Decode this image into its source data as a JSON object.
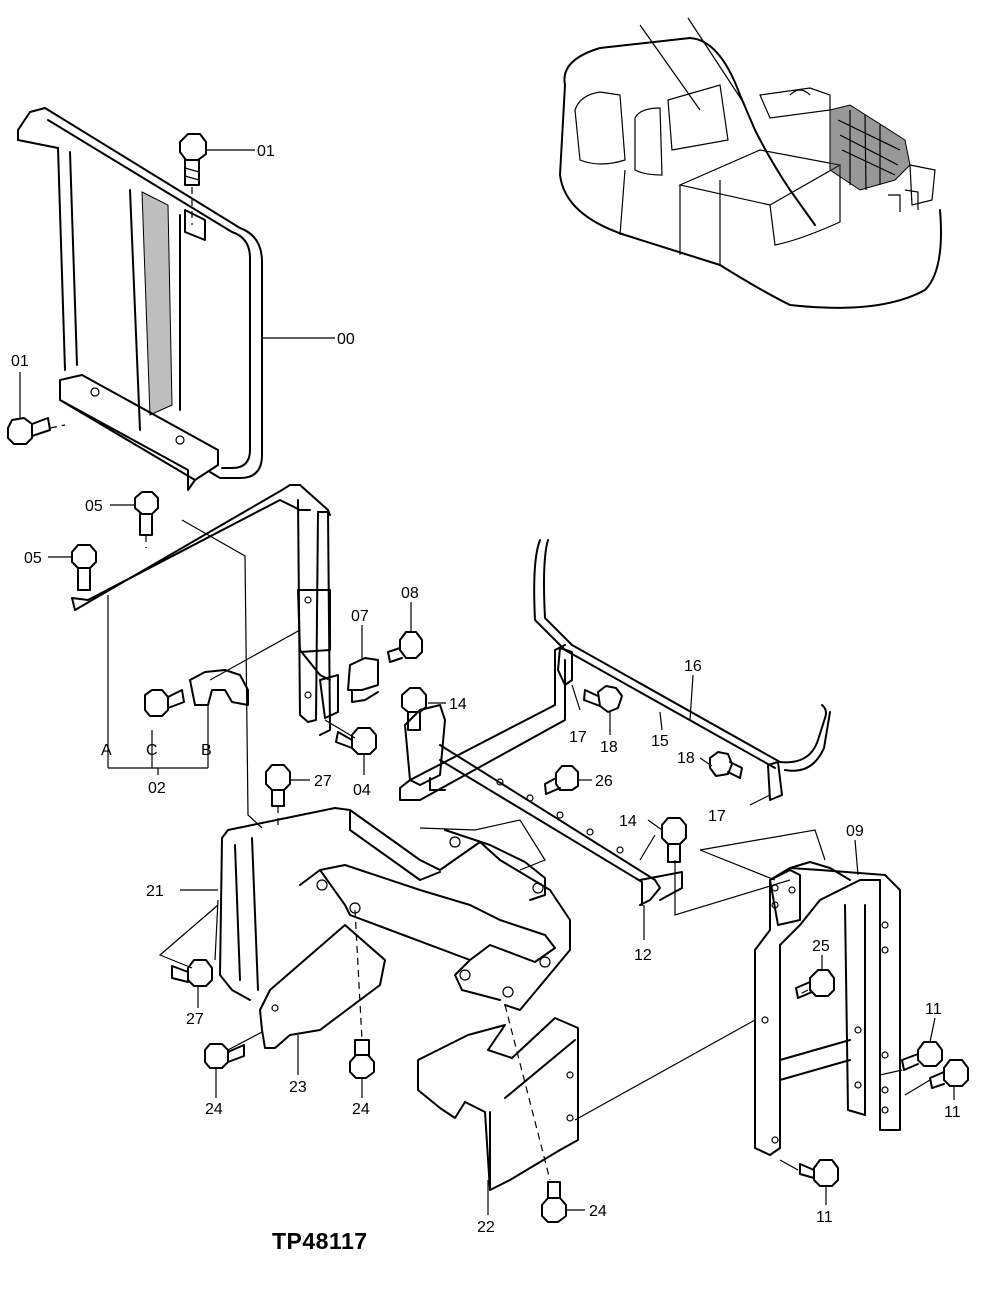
{
  "figure_id": "TP48117",
  "callouts": {
    "c00": "00",
    "c01a": "01",
    "c01b": "01",
    "c05a": "05",
    "c05b": "05",
    "c07": "07",
    "c08": "08",
    "c04": "04",
    "c02": "02",
    "cA": "A",
    "cC": "C",
    "cB": "B",
    "c14a": "14",
    "c14b": "14",
    "c16": "16",
    "c15": "15",
    "c17a": "17",
    "c17b": "17",
    "c18a": "18",
    "c18b": "18",
    "c26": "26",
    "c27a": "27",
    "c27b": "27",
    "c21": "21",
    "c12": "12",
    "c09": "09",
    "c25": "25",
    "c11a": "11",
    "c11b": "11",
    "c11c": "11",
    "c23": "23",
    "c24a": "24",
    "c24b": "24",
    "c24c": "24",
    "c22": "22"
  }
}
